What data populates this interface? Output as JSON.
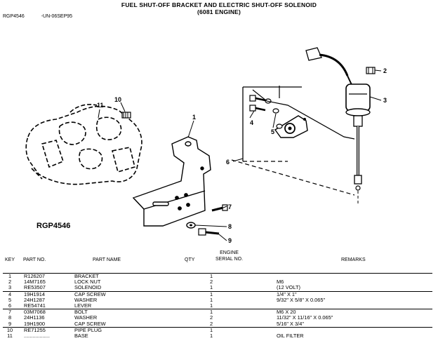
{
  "title_line1": "FUEL SHUT-OFF BRACKET AND ELECTRIC SHUT-OFF SOLENOID",
  "title_line2": "(6081 ENGINE)",
  "figure_ref": "RGP4546",
  "figure_code": "-UN-06SEP95",
  "figure_label": "RGP4546",
  "callouts": [
    "1",
    "2",
    "3",
    "4",
    "5",
    "6",
    "7",
    "8",
    "9",
    "10",
    "11"
  ],
  "columns": {
    "key": "KEY",
    "part_no": "PART NO.",
    "part_name": "PART NAME",
    "qty": "QTY",
    "serial": "ENGINE\nSERIAL NO.",
    "remarks": "REMARKS"
  },
  "parts": [
    {
      "key": "1",
      "part_no": "R126207",
      "name": "BRACKET",
      "qty": "1",
      "serial": "",
      "remarks": ""
    },
    {
      "key": "2",
      "part_no": "14M7165",
      "name": "LOCK NUT",
      "qty": "2",
      "serial": "",
      "remarks": "M6"
    },
    {
      "key": "3",
      "part_no": "RE53507",
      "name": "SOLENOID",
      "qty": "1",
      "serial": "",
      "remarks": "(12 VOLT)"
    },
    {
      "key": "4",
      "part_no": "19H1914",
      "name": "CAP SCREW",
      "qty": "1",
      "serial": "",
      "remarks": "1/4\" X 1\""
    },
    {
      "key": "5",
      "part_no": "24H1287",
      "name": "WASHER",
      "qty": "1",
      "serial": "",
      "remarks": "9/32\" X 5/8\" X 0.065\""
    },
    {
      "key": "6",
      "part_no": "RE54741",
      "name": "LEVER",
      "qty": "1",
      "serial": "",
      "remarks": ""
    },
    {
      "key": "7",
      "part_no": "03M7068",
      "name": "BOLT",
      "qty": "1",
      "serial": "",
      "remarks": "M6 X 20"
    },
    {
      "key": "8",
      "part_no": "24H1136",
      "name": "WASHER",
      "qty": "2",
      "serial": "",
      "remarks": "11/32\" X 11/16\" X 0.065\""
    },
    {
      "key": "9",
      "part_no": "19H1900",
      "name": "CAP SCREW",
      "qty": "2",
      "serial": "",
      "remarks": "5/16\" X 3/4\""
    },
    {
      "key": "10",
      "part_no": "RE71255",
      "name": "PIPE PLUG",
      "qty": "1",
      "serial": "",
      "remarks": ""
    },
    {
      "key": "11",
      "part_no": "..................",
      "name": "BASE",
      "qty": "1",
      "serial": "",
      "remarks": "OIL FILTER"
    }
  ]
}
